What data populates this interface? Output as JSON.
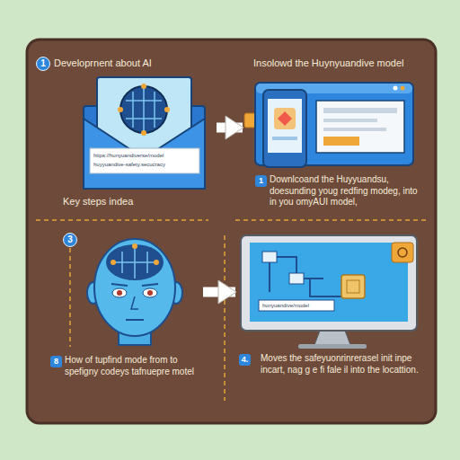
{
  "diagram": {
    "nodes": [
      {
        "text": [
          "Developrnent about AI",
          "Key steps indea"
        ]
      },
      {
        "text": [
          "Insolowd the Huynyuandive model",
          "Downlcoand the Huyyuandsu, doesunding youg redfing modeg, into in you omyAUI model,"
        ]
      },
      {
        "text": [
          "How of tupfind mode from to spefigny codeys tafnuepre motel"
        ]
      },
      {
        "text": [
          "Moves the safeyuonrinrerasel init inpe incart, nag g e fi fale il into the locattion."
        ]
      }
    ],
    "edges": [
      {
        "from": 0,
        "to": 1,
        "arrow": "to"
      },
      {
        "from": 2,
        "to": 3,
        "arrow": "to"
      }
    ],
    "labels": [
      "1",
      "https://hunyuandiverse/model",
      "huyyuandive-safety.secucracy",
      "1",
      "3",
      "8",
      "4.",
      "hunyuandive/model"
    ]
  }
}
